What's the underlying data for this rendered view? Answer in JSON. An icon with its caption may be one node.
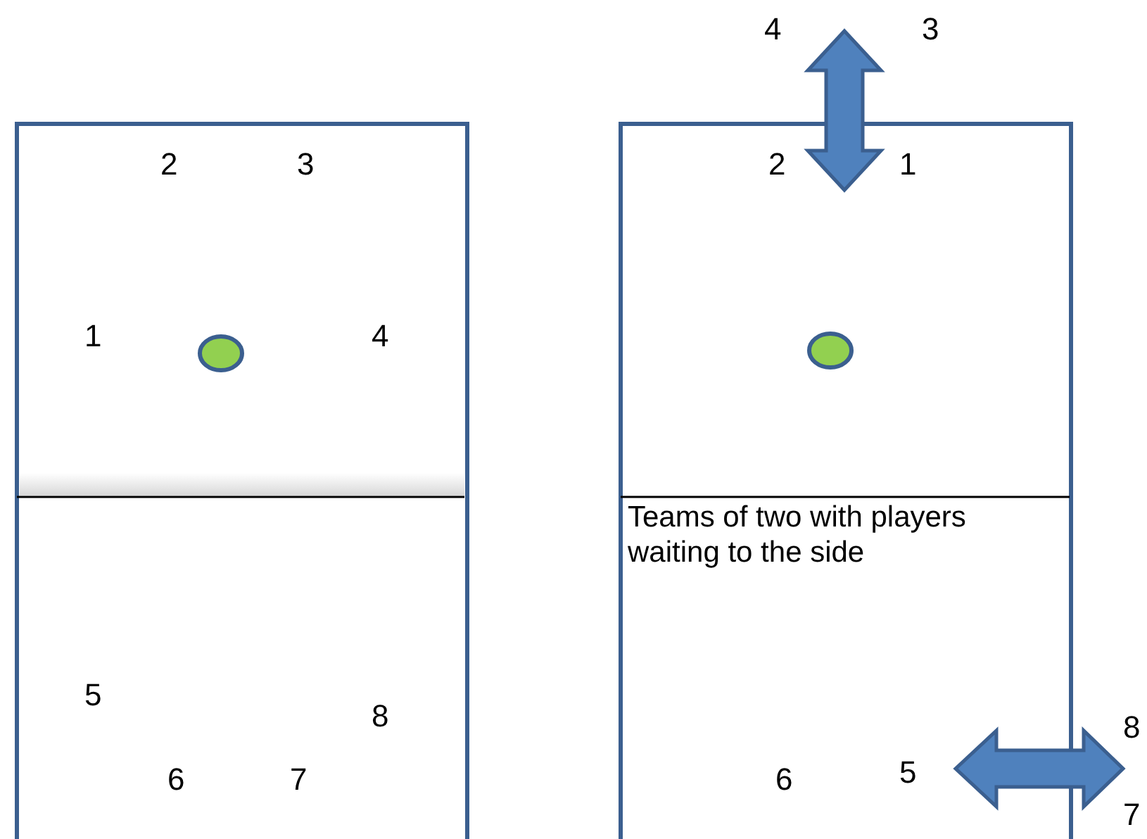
{
  "diagram": {
    "labels": [
      "4",
      "3",
      "2",
      "3",
      "2",
      "1",
      "1",
      "4",
      "Teams of two with players waiting to the side",
      "5",
      "8",
      "8",
      "6",
      "7",
      "6",
      "5",
      "7"
    ]
  }
}
